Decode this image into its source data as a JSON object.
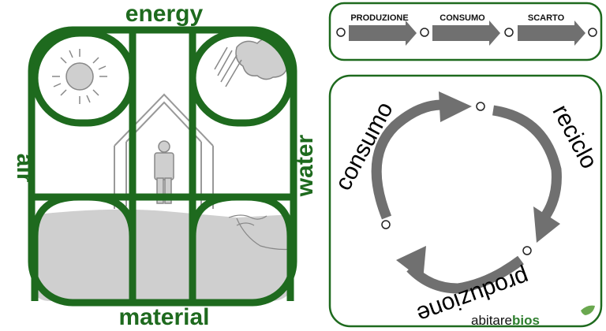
{
  "left_diagram": {
    "top_label": "energy",
    "bottom_label": "material",
    "left_label": "air",
    "right_label": "water",
    "colors": {
      "frame": "#1e6a1e",
      "fill_gray": "#cfcfcf",
      "sketch_gray": "#999999"
    }
  },
  "flow_panel": {
    "steps": [
      "PRODUZIONE",
      "CONSUMO",
      "SCARTO"
    ]
  },
  "cycle_panel": {
    "labels": {
      "consumo": "consumo",
      "riciclo": "reciclo",
      "produzione": "produzione"
    }
  },
  "brand": {
    "part1": "abitare",
    "part2": "bios"
  }
}
